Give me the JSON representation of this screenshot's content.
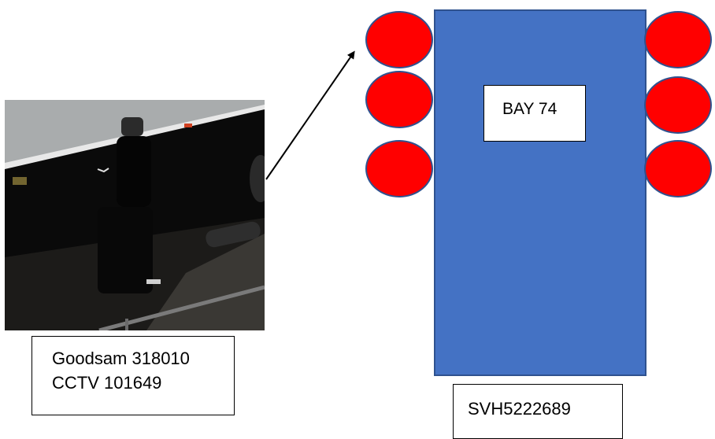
{
  "cctv_caption": {
    "line1": "Goodsam 318010",
    "line2": "CCTV 101649"
  },
  "bay_label": "BAY 74",
  "registration": "SVH5222689",
  "colors": {
    "vehicle_fill": "#4472c4",
    "vehicle_border": "#2f528f",
    "wheel_fill": "#ff0000",
    "arrow": "#000000"
  }
}
